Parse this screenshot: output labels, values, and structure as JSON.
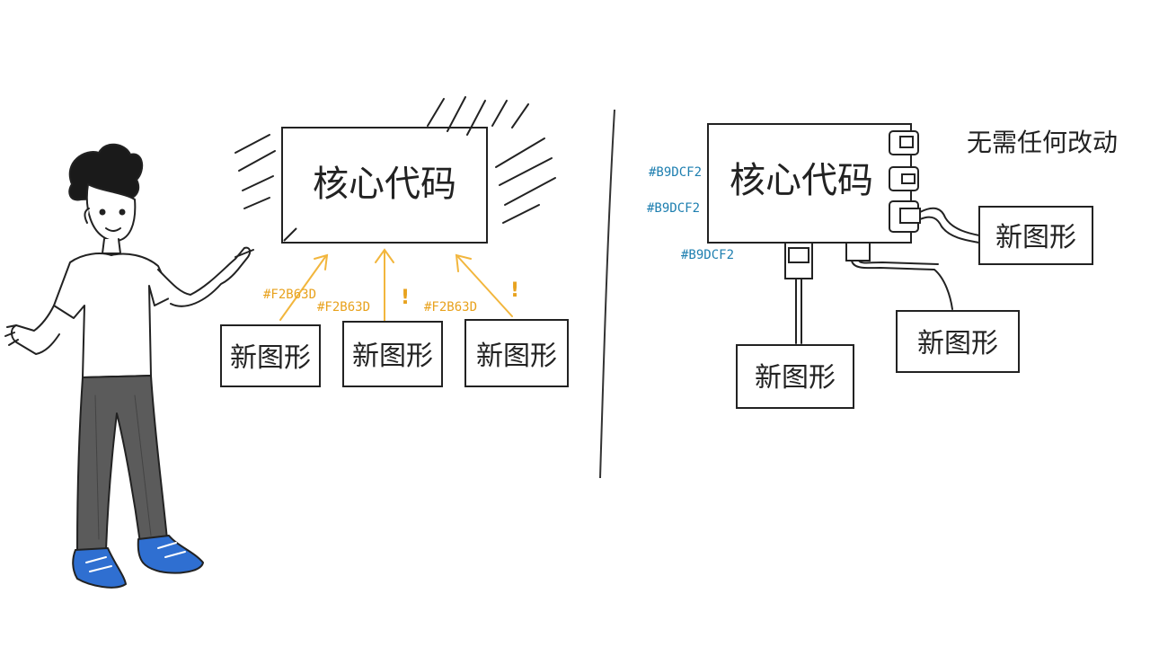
{
  "left_panel": {
    "core_label": "核心代码",
    "arrow_color_label": "#F2B63D",
    "arrow_labels": [
      "#F2B63D",
      "#F2B63D",
      "#F2B63D"
    ],
    "warning_marks": [
      "!",
      "!"
    ],
    "shapes": [
      "新图形",
      "新图形",
      "新图形"
    ]
  },
  "right_panel": {
    "core_label": "核心代码",
    "note": "无需任何改动",
    "plug_color_labels": [
      "#B9DCF2",
      "#B9DCF2",
      "#B9DCF2"
    ],
    "shapes": [
      "新图形",
      "新图形",
      "新图形"
    ]
  },
  "colors": {
    "arrow": "#F2B63D",
    "plug_label": "#1E7FB0",
    "ink": "#222222",
    "shirt": "#FFFFFF",
    "pants": "#5B5B5B",
    "shoes": "#2F6FD1",
    "hair": "#1A1A1A"
  },
  "icons": [
    "person-presenter-icon",
    "speed-lines-icon",
    "warning-mark-icon",
    "plug-connector-icon"
  ]
}
